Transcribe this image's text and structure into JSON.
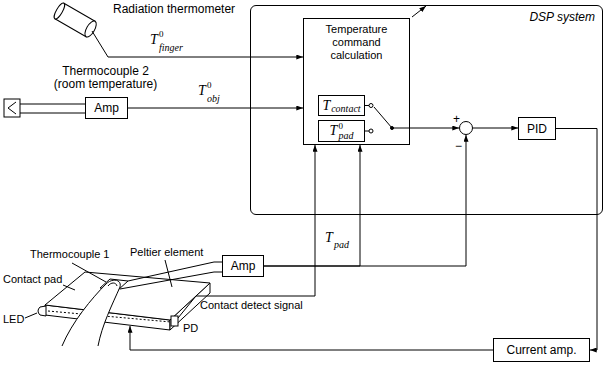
{
  "diagram": {
    "nodes": [
      {
        "text": [
          "DSP system"
        ]
      },
      {
        "text": [
          "Temperature command calculation"
        ],
        "in": 0
      },
      {
        "text": [
          "T",
          "contact"
        ],
        "in": 1
      },
      {
        "text": [
          "T",
          "0",
          "pad"
        ],
        "in": 1
      },
      {
        "text": [
          "+",
          "−"
        ],
        "in": 0
      },
      {
        "text": [
          "PID"
        ],
        "in": 0
      },
      {
        "text": [
          "Amp"
        ]
      },
      {
        "text": [
          "Amp"
        ]
      },
      {
        "text": [
          "Current amp."
        ]
      }
    ],
    "edges": [
      {
        "from": 1,
        "to": 4,
        "arrow": "to"
      },
      {
        "from": 4,
        "to": 5,
        "arrow": "to"
      },
      {
        "from": 6,
        "to": 1,
        "arrow": "to"
      },
      {
        "from": 7,
        "to": 4,
        "arrow": "to"
      },
      {
        "from": 7,
        "to": 1,
        "arrow": "to"
      },
      {
        "from": 5,
        "to": 8,
        "arrow": "to"
      }
    ],
    "labels": [
      "Radiation thermometer",
      "T",
      "0",
      "finger",
      "Thermocouple 2 (room temperature)",
      "T",
      "0",
      "obj",
      "Thermocouple 1",
      "Contact pad",
      "Peltier element",
      "LED",
      "PD",
      "Contact detect signal",
      "T",
      "pad"
    ]
  }
}
